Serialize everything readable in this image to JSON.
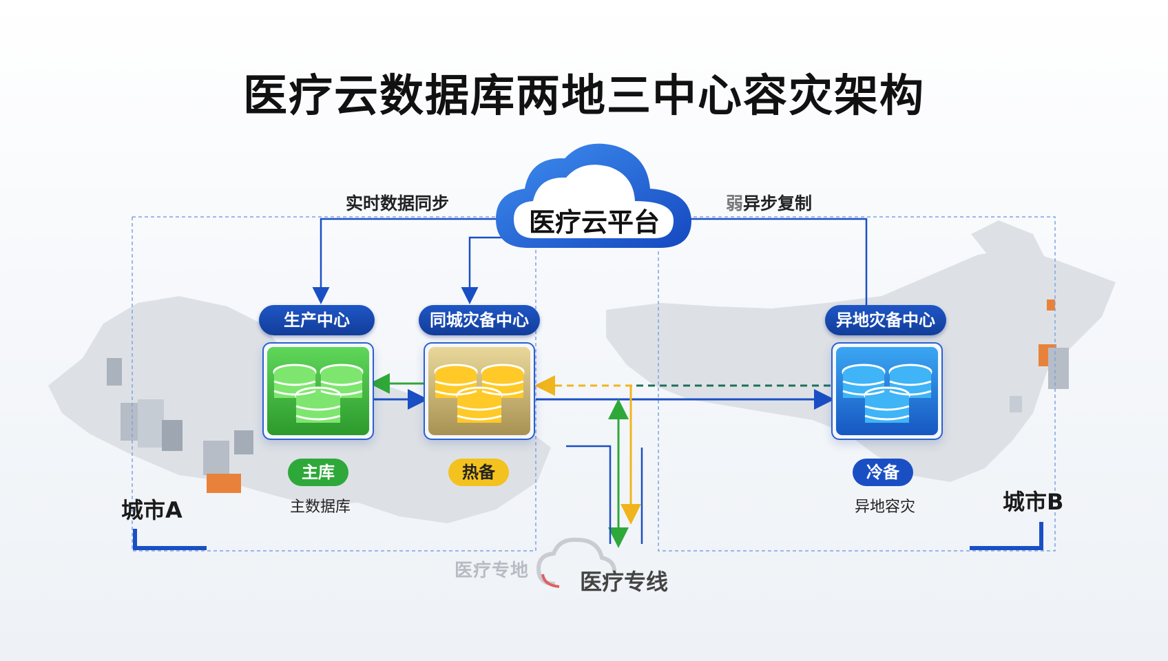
{
  "title": "医疗云数据库两地三中心容灾架构",
  "cloud": {
    "label": "医疗云平台"
  },
  "flows": {
    "left": "实时数据同步",
    "right_prefix": "弱",
    "right": "异步复制"
  },
  "centers": [
    {
      "name": "生产中心",
      "badge": "主库",
      "sub": "主数据库",
      "color": "#3cb83a"
    },
    {
      "name": "同城灾备中心",
      "badge": "热备",
      "sub": "",
      "color": "#f2c31c"
    },
    {
      "name": "异地灾备中心",
      "badge": "冷备",
      "sub": "异地容灾",
      "color": "#1f8fe0"
    }
  ],
  "cities": {
    "a": "城市A",
    "b": "城市B"
  },
  "bottom": {
    "faint": "医疗专地",
    "line": "医疗专线"
  },
  "colors": {
    "primary": "#1a4fc4",
    "green": "#2fa83a",
    "yellow": "#f0b51c",
    "teal": "#1f6e5a"
  }
}
